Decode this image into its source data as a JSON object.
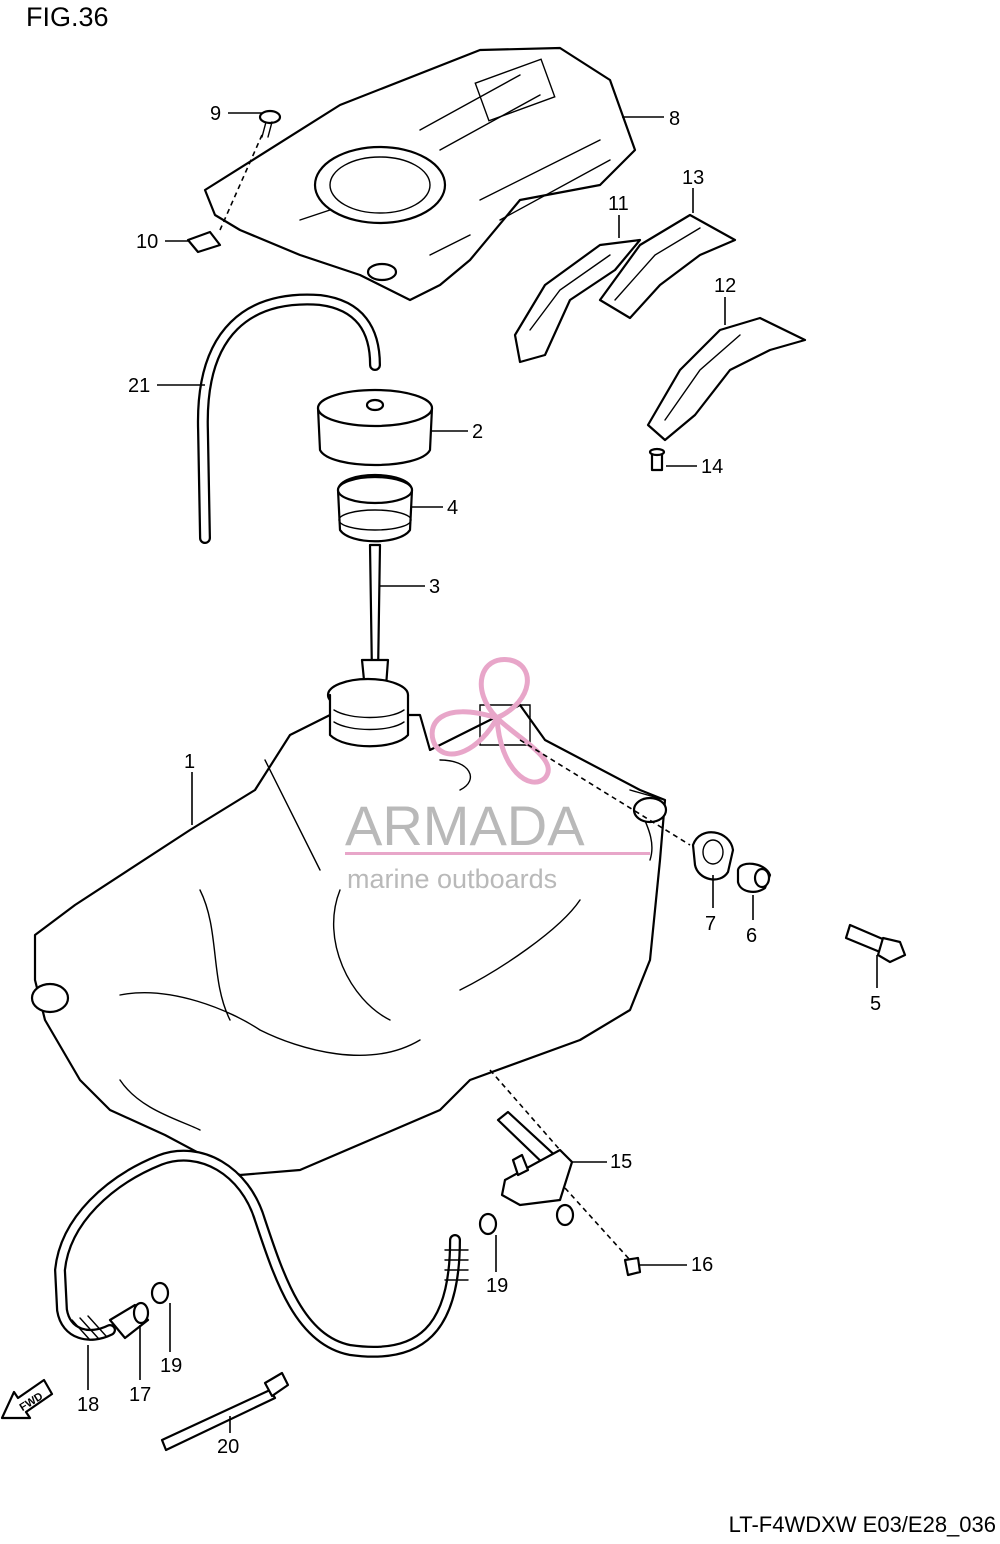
{
  "figure": {
    "title": "FIG.36",
    "footer_code": "LT-F4WDXW E03/E28_036",
    "fwd_label": "FWD"
  },
  "watermark": {
    "brand": "ARMADA",
    "tagline": "marine outboards",
    "logo_color": "#e8a6c9"
  },
  "callouts": {
    "c1": "1",
    "c2": "2",
    "c3": "3",
    "c4": "4",
    "c5": "5",
    "c6": "6",
    "c7": "7",
    "c8": "8",
    "c9": "9",
    "c10": "10",
    "c11": "11",
    "c12": "12",
    "c13": "13",
    "c14": "14",
    "c15": "15",
    "c16": "16",
    "c17": "17",
    "c18": "18",
    "c19a": "19",
    "c19b": "19",
    "c20": "20",
    "c21": "21"
  }
}
